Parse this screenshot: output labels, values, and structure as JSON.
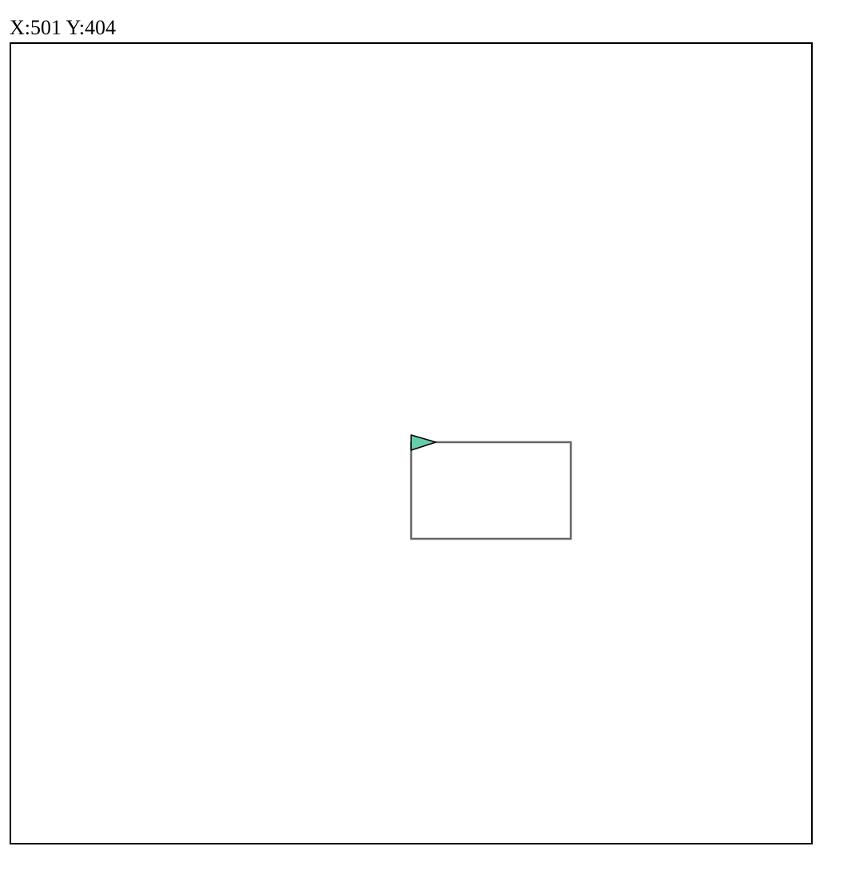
{
  "readout": {
    "x_label": "X:",
    "x_value": "501",
    "y_label": "Y:",
    "y_value": "404"
  },
  "canvas": {
    "background": "#ffffff",
    "border_color": "#000000"
  },
  "drawing": {
    "path_color": "#666666",
    "turtle_icon": "arrowhead-cursor",
    "turtle_fill": "#66cdaa",
    "turtle_stroke": "#000000",
    "turtle_heading": "east"
  }
}
